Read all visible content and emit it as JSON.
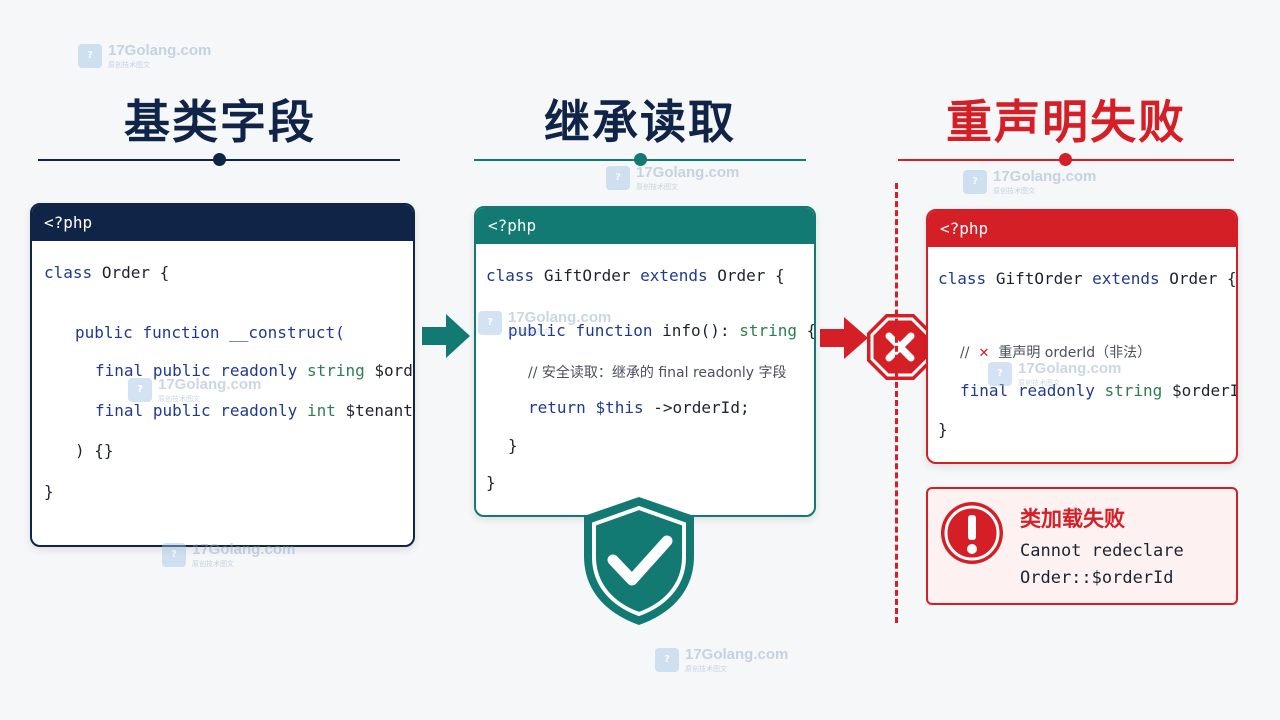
{
  "colors": {
    "navy": "#0f2447",
    "teal": "#127a73",
    "red": "#d51f26"
  },
  "columns": [
    {
      "title": "基类字段",
      "php_tag": "<?php",
      "lines": [
        {
          "parts": [
            [
              "kw",
              "class"
            ],
            [
              "",
              "Order {"
            ]
          ]
        },
        {
          "parts": [
            [
              "kw",
              "public"
            ],
            [
              "kw",
              "function"
            ],
            [
              "kw",
              "__construct("
            ]
          ]
        },
        {
          "parts": [
            [
              "kw",
              "final"
            ],
            [
              "kw",
              "public"
            ],
            [
              "kw",
              "readonly"
            ],
            [
              "ty",
              "string"
            ],
            [
              "",
              "$orderId,"
            ]
          ]
        },
        {
          "parts": [
            [
              "kw",
              "final"
            ],
            [
              "kw",
              "public"
            ],
            [
              "kw",
              "readonly"
            ],
            [
              "ty",
              "int"
            ],
            [
              "",
              "$tenantId"
            ]
          ]
        },
        {
          "parts": [
            [
              "",
              ") {}"
            ]
          ]
        },
        {
          "parts": [
            [
              "",
              "}"
            ]
          ]
        }
      ]
    },
    {
      "title": "继承读取",
      "php_tag": "<?php",
      "lines": [
        {
          "parts": [
            [
              "kw",
              "class"
            ],
            [
              "",
              "GiftOrder"
            ],
            [
              "kw",
              "extends"
            ],
            [
              "",
              "Order {"
            ]
          ]
        },
        {
          "parts": [
            [
              "kw",
              "public"
            ],
            [
              "kw",
              "function"
            ],
            [
              "",
              "info():"
            ],
            [
              "ty",
              "string"
            ],
            [
              "",
              "{"
            ]
          ]
        },
        {
          "parts": [
            [
              "cm",
              "// 安全读取：继承的 final readonly 字段"
            ]
          ]
        },
        {
          "parts": [
            [
              "kw",
              "return"
            ],
            [
              "kw",
              "$this"
            ],
            [
              "",
              "->orderId;"
            ]
          ]
        },
        {
          "parts": [
            [
              "",
              "}"
            ]
          ]
        },
        {
          "parts": [
            [
              "",
              "}"
            ]
          ]
        }
      ]
    },
    {
      "title": "重声明失败",
      "php_tag": "<?php",
      "lines": [
        {
          "parts": [
            [
              "kw",
              "class"
            ],
            [
              "",
              "GiftOrder"
            ],
            [
              "kw",
              "extends"
            ],
            [
              "",
              "Order {"
            ]
          ]
        },
        {
          "parts": [
            [
              "cm",
              "//"
            ],
            [
              "bad",
              "✕"
            ],
            [
              "cm",
              "重声明 orderId（非法）"
            ]
          ]
        },
        {
          "parts": [
            [
              "kw",
              "final"
            ],
            [
              "kw",
              "readonly"
            ],
            [
              "ty",
              "string"
            ],
            [
              "",
              "$orderId;"
            ]
          ]
        },
        {
          "parts": [
            [
              "",
              "}"
            ]
          ]
        }
      ]
    }
  ],
  "error": {
    "title": "类加载失败",
    "message_line1": "Cannot redeclare",
    "message_line2": "Order::$orderId"
  },
  "watermark": {
    "text": "17Golang.com",
    "sub": "原创技术图文"
  },
  "icons": {
    "arrow": "arrow-right-icon",
    "shield": "shield-check-icon",
    "stop": "stop-x-icon",
    "alert": "alert-circle-icon"
  }
}
